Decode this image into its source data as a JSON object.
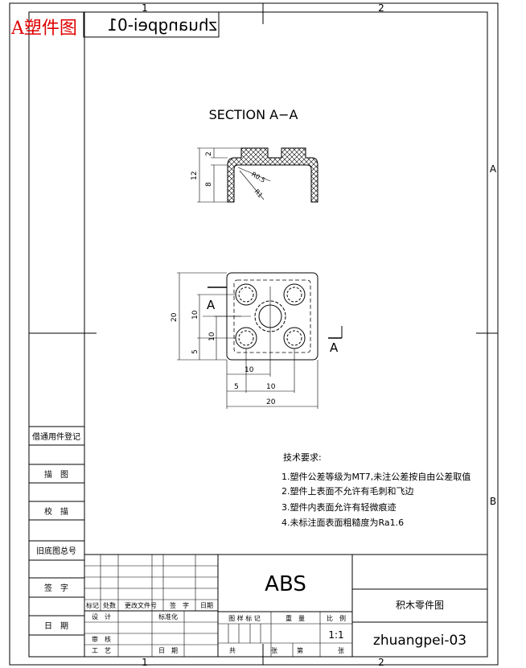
{
  "header": {
    "red_title": "A塑件图",
    "mirrored_name": "zhuangpei-01",
    "top_zone_left": "1",
    "top_zone_right": "2",
    "bottom_zone_left": "1",
    "bottom_zone_right": "2",
    "side_zone_a": "A",
    "side_zone_b": "B"
  },
  "section_view": {
    "title": "SECTION  A−A",
    "dim_2": "2",
    "dim_12": "12",
    "dim_8": "8",
    "r05": "R0.5",
    "r1": "R1"
  },
  "plan_view": {
    "section_mark": "A",
    "dim_20_vert": "20",
    "dim_10_vert_a": "10",
    "dim_10_vert_b": "10",
    "dim_5_vert": "5",
    "dim_10_h": "10",
    "dim_5_h": "5",
    "dim_10_h2": "10",
    "dim_20_h": "20"
  },
  "technical_requirements": {
    "heading": "技术要求:",
    "items": [
      "1.塑件公差等级为MT7,未注公差按自由公差取值",
      "2.塑件上表面不允许有毛刺和飞边",
      "3.塑件内表面允许有轻微痕迹",
      "4.未标注面表面粗糙度为Ra1.6"
    ]
  },
  "left_strip": {
    "cells": [
      "借通用件登记",
      "描　图",
      "校　描",
      "旧底图总号",
      "签　字",
      "日　期"
    ]
  },
  "title_block": {
    "material": "ABS",
    "part_name": "积木零件图",
    "drawing_no": "zhuangpei-03",
    "scale": "1:1",
    "rev_headers": [
      "标记",
      "处数",
      "更改文件号",
      "签　字",
      "日期"
    ],
    "design": "设　计",
    "standard": "标准化",
    "review": "审　核",
    "process": "工　艺",
    "date": "日　期",
    "stage_mark": "图 样 标 记",
    "weight": "重　量",
    "scale_label": "比　例",
    "total": "共",
    "sheet_label": "张",
    "sheet_no": "第",
    "sheet_unit": "张"
  }
}
